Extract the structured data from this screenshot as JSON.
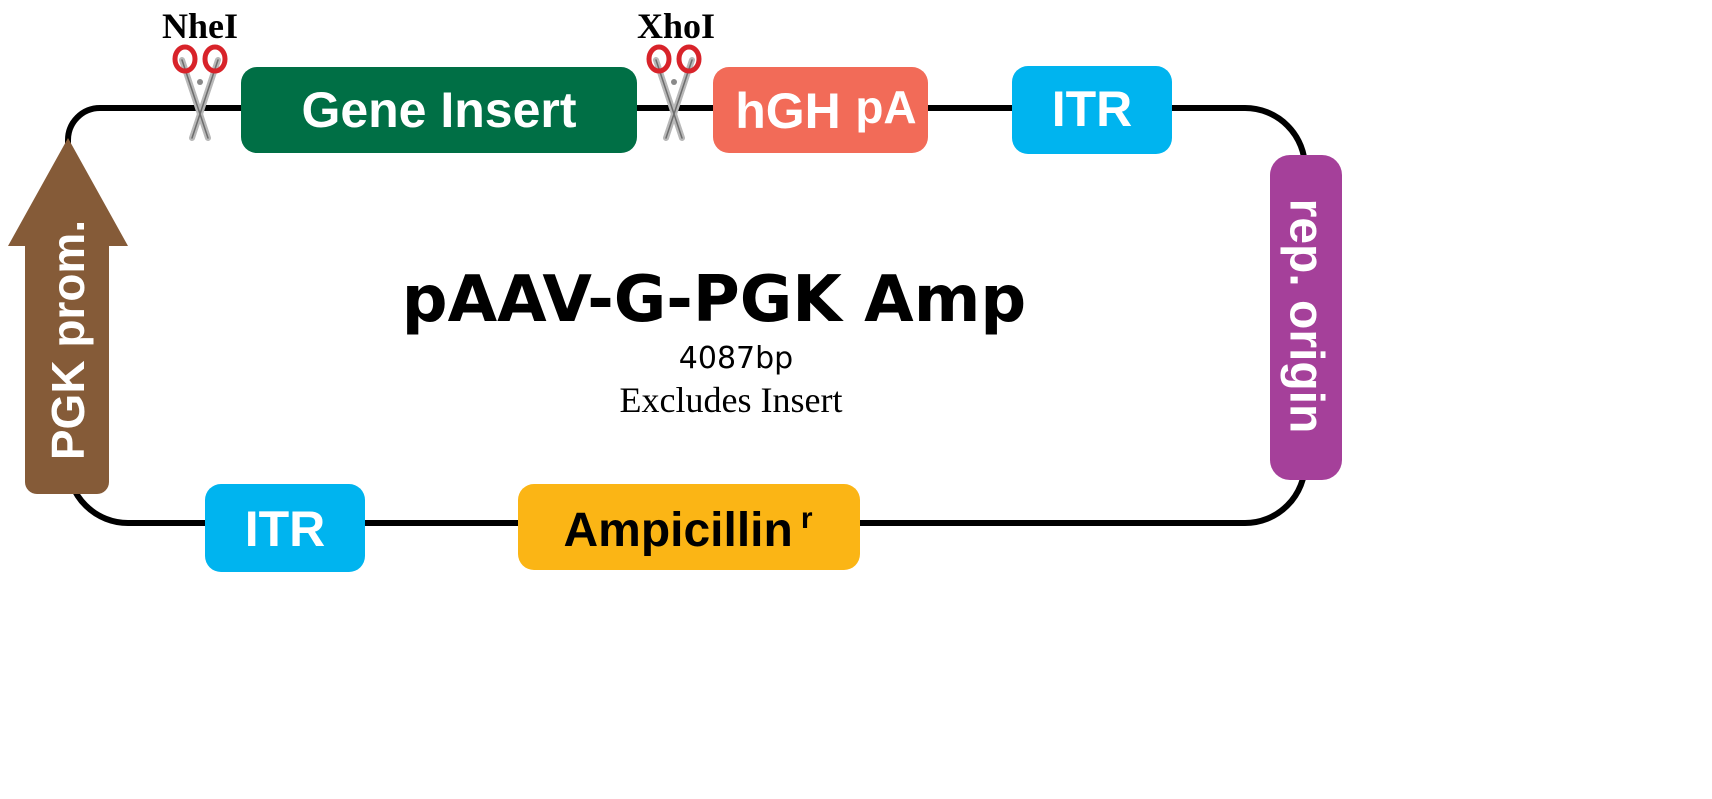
{
  "plasmid": {
    "name": "pAAV-G-PGK Amp",
    "size": "4087bp",
    "note": "Excludes Insert"
  },
  "sites": {
    "nhei": "NheI",
    "xhoi": "XhoI"
  },
  "features": {
    "gene_insert": {
      "label": "Gene Insert",
      "color": "#006f45"
    },
    "hgh_pa": {
      "label_a": "hGH",
      "label_b": "pA",
      "color": "#f26b58"
    },
    "itr_top": {
      "label": "ITR",
      "color": "#00b4ef"
    },
    "rep_origin": {
      "label": "rep. origin",
      "color": "#a5409a"
    },
    "ampicillin": {
      "label": "Ampicillin",
      "superscript": "r",
      "color": "#fbb515"
    },
    "itr_bottom": {
      "label": "ITR",
      "color": "#00b4ef"
    },
    "pgk_prom": {
      "label": "PGK prom.",
      "color": "#855b38"
    }
  },
  "icons": {
    "cut_site": "scissors-icon"
  }
}
